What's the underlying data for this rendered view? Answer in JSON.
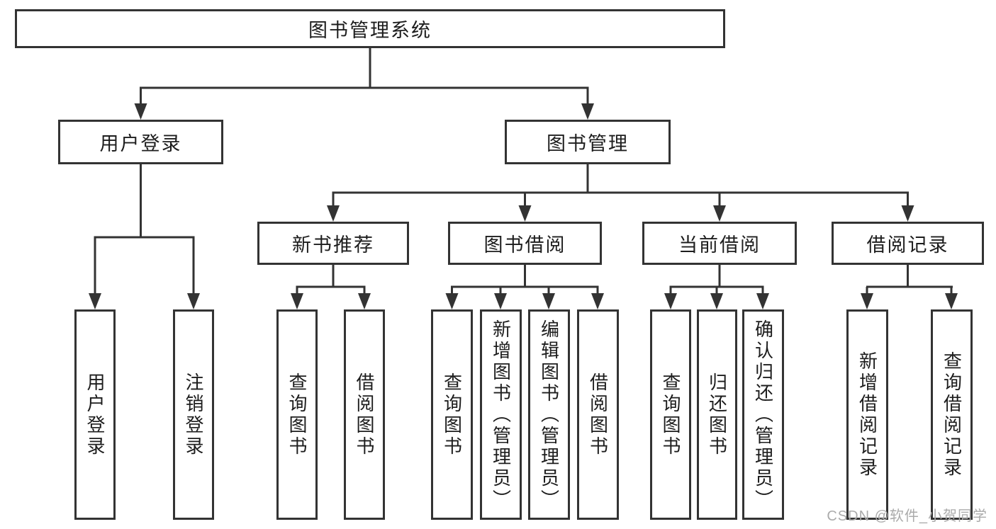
{
  "diagram": {
    "root": "图书管理系统",
    "level2": {
      "user_login": "用户登录",
      "book_mgmt": "图书管理"
    },
    "level3": {
      "new_book": "新书推荐",
      "book_borrow": "图书借阅",
      "current_borrow": "当前借阅",
      "borrow_record": "借阅记录"
    },
    "leaves": [
      "用户登录",
      "注销登录",
      "查询图书",
      "借阅图书",
      "查询图书",
      "新增图书（管理员）",
      "编辑图书（管理员）",
      "借阅图书",
      "查询图书",
      "归还图书",
      "确认归还（管理员）",
      "新增借阅记录",
      "查询借阅记录"
    ]
  },
  "watermark": "CSDN @软件_小贺同学",
  "colors": {
    "line": "#333333",
    "text": "#1d1d1d",
    "watermark": "#ababab",
    "background": "#ffffff"
  }
}
